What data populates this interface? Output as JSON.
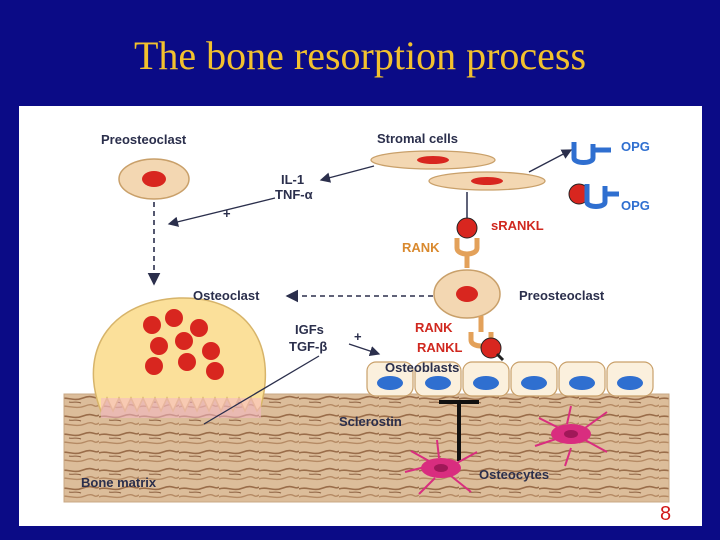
{
  "slide": {
    "title": "The bone resorption process",
    "page_number": "8"
  },
  "diagram": {
    "labels": {
      "preosteoclast_top": "Preosteoclast",
      "stromal_cells": "Stromal cells",
      "opg_1": "OPG",
      "opg_2": "OPG",
      "il1": "IL-1",
      "tnf": "TNF-α",
      "plus_1": "+",
      "srankl": "sRANKL",
      "rank_top": "RANK",
      "osteoclast": "Osteoclast",
      "preosteoclast_mid": "Preosteoclast",
      "igfs": "IGFs",
      "tgf": "TGF-β",
      "plus_2": "+",
      "rank_mid": "RANK",
      "rankl": "RANKL",
      "osteoblasts": "Osteoblasts",
      "sclerostin": "Sclerostin",
      "bone_matrix": "Bone matrix",
      "osteocytes": "Osteocytes"
    },
    "colors": {
      "cell_body": "#f3d7b2",
      "nucleus": "#d8261f",
      "osteoclast_body": "#fbe09a",
      "osteoblast_body": "#fbf0dd",
      "osteoblast_nucleus": "#2f6fd0",
      "bone_matrix": "#d8b793",
      "osteocyte": "#d92d7f",
      "opg": "#2f6fd0",
      "rank": "#e3a15a"
    }
  }
}
